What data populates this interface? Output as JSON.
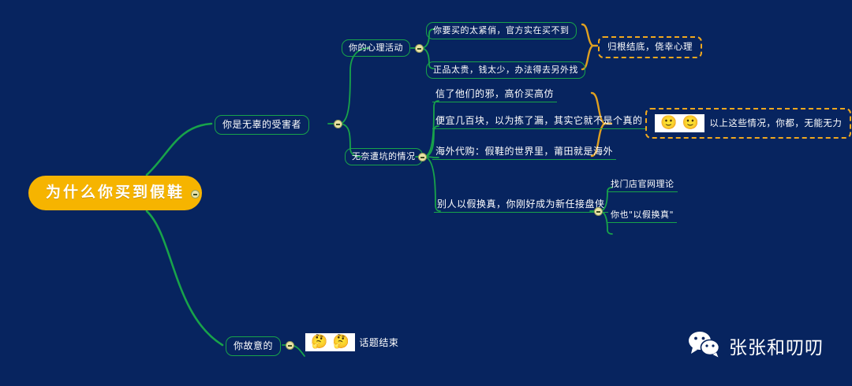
{
  "canvas": {
    "background_color": "#07245f",
    "branch_color": "#18a34a",
    "root_color": "#f6b400",
    "summary_color": "#f0a81e"
  },
  "root": {
    "label": "为什么你买到假鞋"
  },
  "branches": [
    {
      "label": "你是无辜的受害者",
      "children": [
        {
          "label": "你的心理活动",
          "children": [
            {
              "label": "你要买的太紧俏，官方实在买不到"
            },
            {
              "label": "正品太贵，钱太少，办法得去另外找"
            }
          ],
          "summary": {
            "label": "归根结底，侥幸心理"
          }
        },
        {
          "label": "无奈遭坑的情况",
          "children": [
            {
              "label": "信了他们的邪，高价买高仿"
            },
            {
              "label": "便宜几百块，以为拣了漏，其实它就不是个真的"
            },
            {
              "label": "海外代购：假鞋的世界里，莆田就是海外"
            },
            {
              "label": "别人以假换真，你刚好成为新任接盘侠",
              "children": [
                {
                  "label": "找门店官网理论"
                },
                {
                  "label": "你也\"以假换真\""
                }
              ]
            }
          ],
          "summary": {
            "emoji": [
              "🙂",
              "🙂"
            ],
            "label": "以上这些情况，你都，无能无力"
          }
        }
      ]
    },
    {
      "label": "你故意的",
      "endnote": {
        "emoji": [
          "🤔",
          "🤔"
        ],
        "label": "话题结束"
      }
    }
  ],
  "footer": {
    "icon": "wechat-icon",
    "label": "张张和叨叨"
  }
}
